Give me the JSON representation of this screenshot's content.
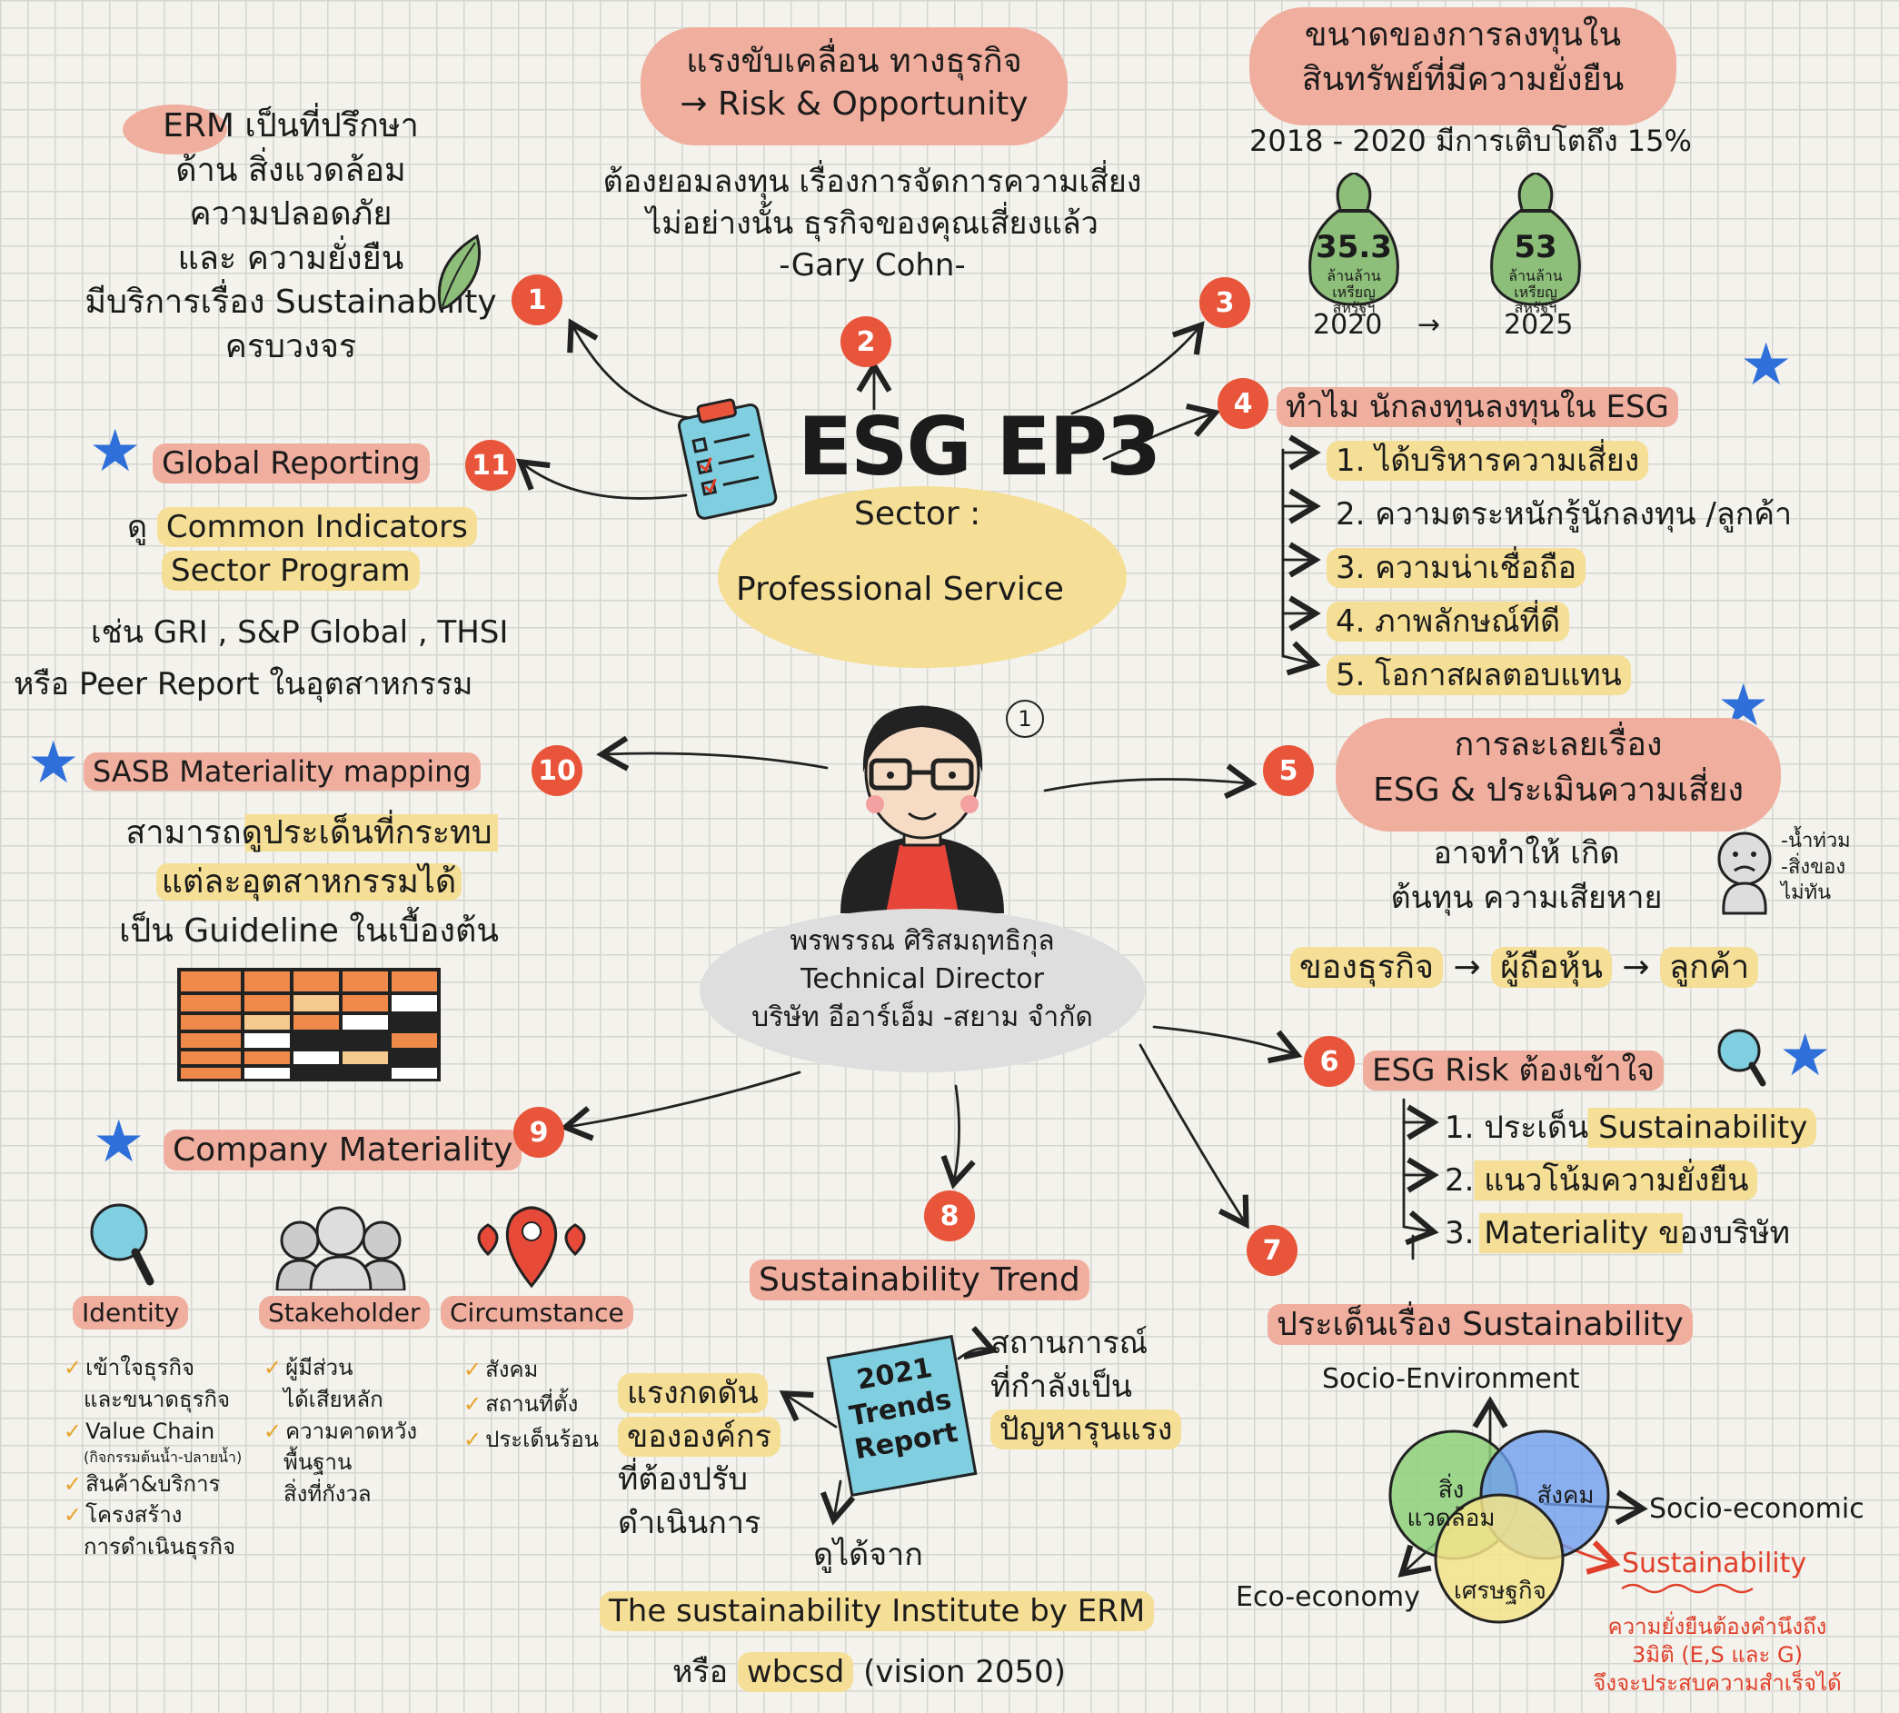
{
  "title": "ESG EP3",
  "sector": {
    "label": "Sector :",
    "name": "Professional Service"
  },
  "speaker": {
    "badge": "1",
    "name": "พรพรรณ ศิริสมฤทธิกุล",
    "role": "Technical Director",
    "company": "บริษัท อีอาร์เอ็ม -สยาม จำกัด"
  },
  "n1": {
    "num": "1",
    "lines": [
      "ERM เป็นที่ปรึกษา",
      "ด้าน สิ่งแวดล้อม",
      "ความปลอดภัย",
      "และ ความยั่งยืน",
      "มีบริการเรื่อง Sustainability",
      "ครบวงจร"
    ]
  },
  "n2": {
    "num": "2",
    "title_l1": "แรงขับเคลื่อน ทางธุรกิจ",
    "title_l2": "→ Risk & Opportunity",
    "quote_l1": "ต้องยอมลงทุน เรื่องการจัดการความเสี่ยง",
    "quote_l2": "ไม่อย่างนั้น ธุรกิจของคุณเสี่ยงแล้ว",
    "author": "-Gary Cohn-"
  },
  "n3": {
    "num": "3",
    "title_l1": "ขนาดของการลงทุนใน",
    "title_l2": "สินทรัพย์ที่มีความยั่งยืน",
    "growth": "2018 - 2020 มีการเติบโตถึง 15%",
    "bag1": {
      "value": "35.3",
      "unit": "ล้านล้านเหรียญสหรัฐฯ",
      "year": "2020"
    },
    "bag2": {
      "value": "53",
      "unit": "ล้านล้านเหรียญสหรัฐฯ",
      "year": "2025"
    },
    "arrow": "→"
  },
  "n4": {
    "num": "4",
    "title": "ทำไม นักลงทุนลงทุนใน ESG",
    "items": [
      "1. ได้บริหารความเสี่ยง",
      "2. ความตระหนักรู้นักลงทุน /ลูกค้า",
      "3. ความน่าเชื่อถือ",
      "4. ภาพลักษณ์ที่ดี",
      "5. โอกาสผลตอบแทน"
    ]
  },
  "n5": {
    "num": "5",
    "title_l1": "การละเลยเรื่อง",
    "title_l2": "ESG & ประเมินความเสี่ยง",
    "body_l1": "อาจทำให้ เกิด",
    "body_l2": "ต้นทุน ความเสียหาย",
    "chain": [
      "ของธุรกิจ",
      "ผู้ถือหุ้น",
      "ลูกค้า"
    ],
    "chain_arrow": "→",
    "side": [
      "-น้ำท่วม",
      "-สิ่งของ",
      "ไม่ทัน"
    ]
  },
  "n6": {
    "num": "6",
    "title": "ESG Risk ต้องเข้าใจ",
    "items": [
      "1. ประเด็น Sustainability",
      "2. แนวโน้มความยั่งยืน",
      "3. Materiality ของบริษัท"
    ]
  },
  "n7": {
    "num": "7",
    "title": "ประเด็นเรื่อง Sustainability",
    "top": "Socio-Environment",
    "c1": "สิ่งแวดล้อม",
    "c2": "สังคม",
    "c3": "เศรษฐกิจ",
    "right": "Socio-economic",
    "left": "Eco-economy",
    "sus": "Sustainability",
    "note": [
      "ความยั่งยืนต้องคำนึงถึง",
      "3มิติ (E,S และ G)",
      "จึงจะประสบความสำเร็จได้"
    ]
  },
  "n8": {
    "num": "8",
    "title": "Sustainability Trend",
    "report": [
      "2021",
      "Trends",
      "Report"
    ],
    "right": [
      "สถานการณ์",
      "ที่กำลังเป็น",
      "ปัญหารุนแรง"
    ],
    "left": [
      "แรงกดดัน",
      "ขององค์กร",
      "ที่ต้องปรับ",
      "ดำเนินการ"
    ],
    "see": "ดูได้จาก",
    "src1": "The sustainability Institute by ERM",
    "src2_a": "หรือ",
    "src2_b": "wbcsd",
    "src2_c": "(vision 2050)"
  },
  "n9": {
    "num": "9",
    "title": "Company Materiality",
    "cols": [
      {
        "head": "Identity",
        "items": [
          "เข้าใจธุรกิจ",
          "และขนาดธุรกิจ",
          "Value Chain",
          "(กิจกรรมต้นน้ำ-ปลายน้ำ)",
          "สินค้า&บริการ",
          "โครงสร้าง",
          "การดำเนินธุรกิจ"
        ]
      },
      {
        "head": "Stakeholder",
        "items": [
          "ผู้มีส่วน",
          "ได้เสียหลัก",
          "ความคาดหวัง",
          "พื้นฐาน",
          "สิ่งที่กังวล"
        ]
      },
      {
        "head": "Circumstance",
        "items": [
          "สังคม",
          "สถานที่ตั้ง",
          "ประเด็นร้อน"
        ]
      }
    ]
  },
  "n10": {
    "num": "10",
    "title": "SASB Materiality mapping",
    "lines": [
      "สามารถดูประเด็นที่กระทบ",
      "แต่ละอุตสาหกรรมได้",
      "เป็น Guideline ในเบื้องต้น"
    ]
  },
  "n11": {
    "num": "11",
    "title": "Global Reporting",
    "l1_a": "ดู",
    "l1_b": "Common Indicators",
    "l2": "Sector Program",
    "l3": "เช่น GRI , S&P Global , THSI",
    "l4": "หรือ Peer Report ในอุตสาหกรรม"
  },
  "colors": {
    "highlight_pink": "#f0ae9e",
    "highlight_yellow": "#f5df96",
    "number_red": "#e8553a",
    "star_blue": "#2f6fd9"
  }
}
